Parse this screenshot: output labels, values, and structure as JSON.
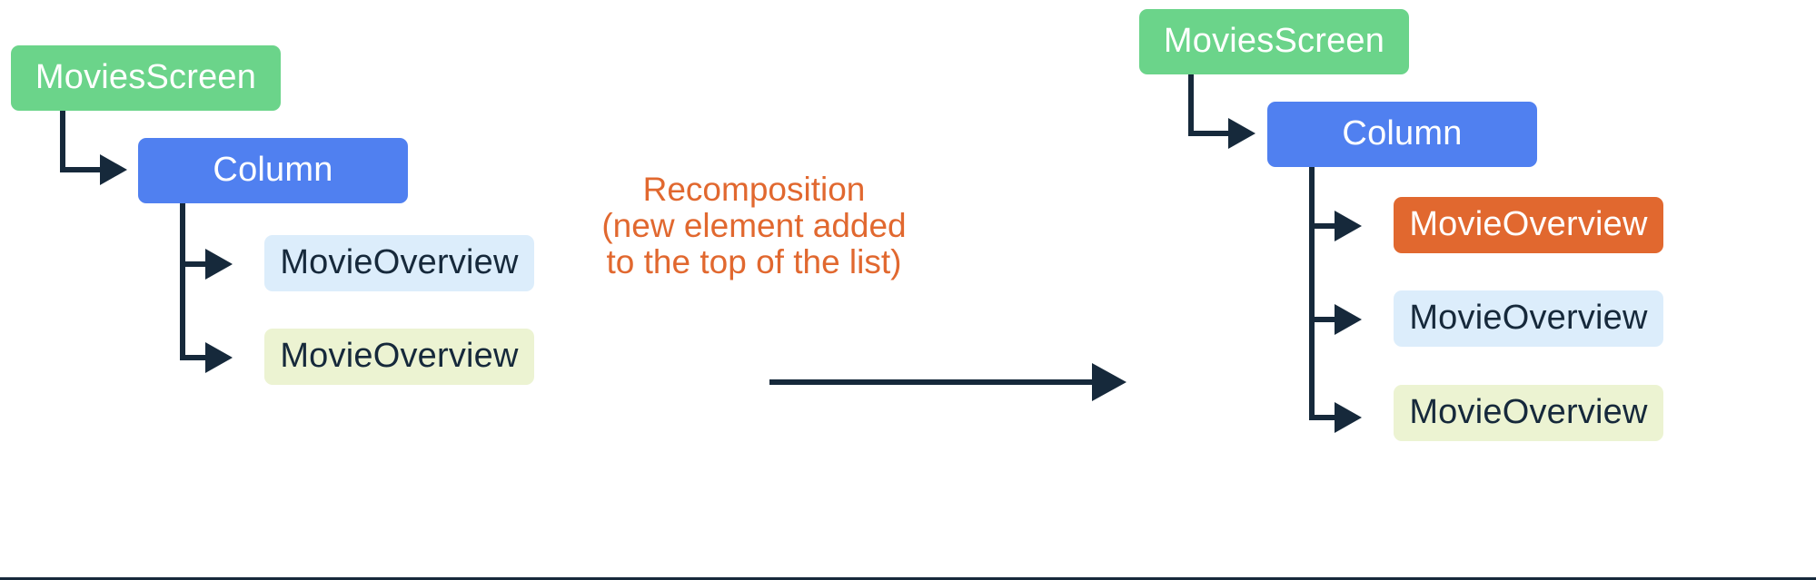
{
  "diagram": {
    "title_text": "Recomposition (new element added to the top of the list)",
    "colors": {
      "green": "#6BD48A",
      "blue": "#5080F0",
      "light_blue": "#DCEDFB",
      "lime": "#ECF3D2",
      "orange": "#E1682F",
      "edge_dark": "#16293B",
      "background": "#FFFFFF"
    },
    "before": {
      "label": "before-recomposition-tree",
      "nodes": [
        {
          "id": "movies-screen",
          "label": "MoviesScreen",
          "color": "green"
        },
        {
          "id": "column",
          "label": "Column",
          "color": "blue"
        },
        {
          "id": "movie-overview-1",
          "label": "MovieOverview",
          "color": "light_blue"
        },
        {
          "id": "movie-overview-2",
          "label": "MovieOverview",
          "color": "lime"
        }
      ]
    },
    "transition": {
      "line1": "Recomposition",
      "line2": "(new element added",
      "line3": "to the top of the list)",
      "arrow_name": "transition-arrow"
    },
    "after": {
      "label": "after-recomposition-tree",
      "nodes": [
        {
          "id": "movies-screen",
          "label": "MoviesScreen",
          "color": "green"
        },
        {
          "id": "column",
          "label": "Column",
          "color": "blue"
        },
        {
          "id": "movie-overview-new",
          "label": "MovieOverview",
          "color": "orange"
        },
        {
          "id": "movie-overview-1",
          "label": "MovieOverview",
          "color": "light_blue"
        },
        {
          "id": "movie-overview-2",
          "label": "MovieOverview",
          "color": "lime"
        }
      ]
    }
  }
}
